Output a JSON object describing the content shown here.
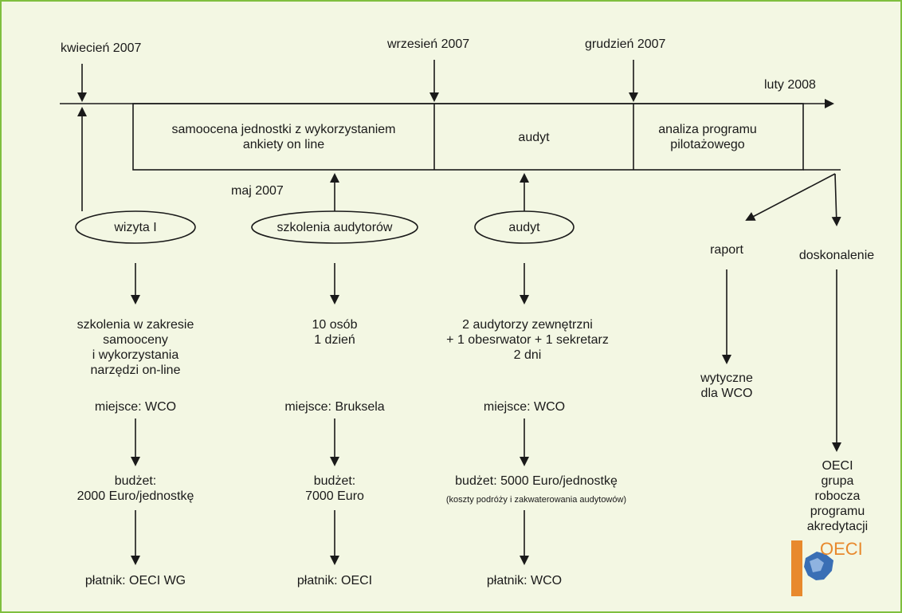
{
  "dates": {
    "apr": "kwiecień 2007",
    "sep": "wrzesień 2007",
    "dec": "grudzień 2007",
    "feb": "luty 2008",
    "may": "maj 2007"
  },
  "phases": {
    "p1": "samoocena jednostki z wykorzystaniem\nankiety on line",
    "p2": "audyt",
    "p3": "analiza programu\npilotażowego"
  },
  "events": {
    "e1": "wizyta I",
    "e2": "szkolenia audytorów",
    "e3": "audyt"
  },
  "col1": {
    "desc": "szkolenia w zakresie\nsamooceny\ni wykorzystania\nnarzędzi on-line",
    "place": "miejsce: WCO",
    "budget": "budżet:\n2000 Euro/jednostkę",
    "payer": "płatnik: OECI WG"
  },
  "col2": {
    "desc": "10 osób\n1 dzień",
    "place": "miejsce: Bruksela",
    "budget": "budżet:\n7000 Euro",
    "payer": "płatnik: OECI"
  },
  "col3": {
    "desc": "2 audytorzy zewnętrzni\n+ 1 obesrwator + 1 sekretarz\n2 dni",
    "place": "miejsce: WCO",
    "budget": "budżet: 5000 Euro/jednostkę",
    "budget_note": "(koszty podróży i zakwaterowania audytowów)",
    "payer": "płatnik: WCO"
  },
  "outputs": {
    "raport": "raport",
    "wytyczne": "wytyczne\ndla WCO",
    "doskonalenie": "doskonalenie",
    "oeci_group": "OECI\ngrupa robocza\nprogramu\nakredytacji"
  },
  "logo": {
    "text": "OECI"
  },
  "colors": {
    "background": "#f3f7e3",
    "border": "#7fbf3f",
    "logo_orange": "#e8892d",
    "logo_blue": "#3a6fb5"
  }
}
